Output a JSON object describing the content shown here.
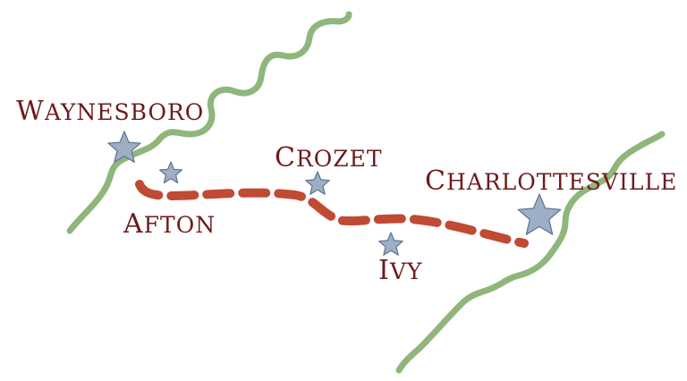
{
  "colors": {
    "river": "#8fb67b",
    "route": "#c04a33",
    "star_fill": "#9eaec4",
    "star_stroke": "#5c7491",
    "label": "#6e1a1d"
  },
  "towns": {
    "waynesboro": {
      "name": "Waynesboro",
      "icon": "star-icon"
    },
    "afton": {
      "name": "Afton",
      "icon": "star-icon"
    },
    "crozet": {
      "name": "Crozet",
      "icon": "star-icon"
    },
    "ivy": {
      "name": "Ivy",
      "icon": "star-icon"
    },
    "charlottesville": {
      "name": "Charlottesville",
      "icon": "star-icon"
    }
  }
}
